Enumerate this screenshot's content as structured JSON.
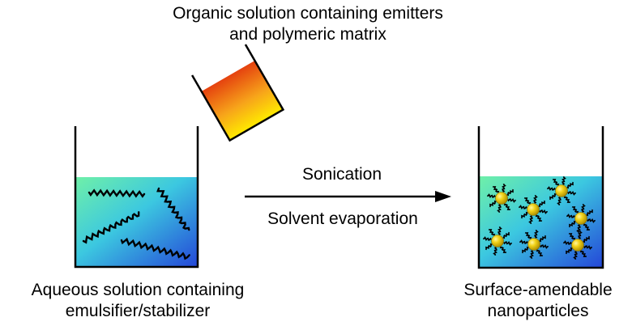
{
  "organic": {
    "line1": "Organic solution containing emitters",
    "line2": "and polymeric matrix"
  },
  "process": {
    "step1": "Sonication",
    "step2": "Solvent evaporation"
  },
  "aqueous": {
    "line1": "Aqueous solution containing",
    "line2": "emulsifier/stabilizer"
  },
  "product": {
    "line1": "Surface-amendable",
    "line2": "nanoparticles"
  },
  "colors": {
    "water_top": "#5fe3a6",
    "water_bottom": "#2a55e0",
    "organic_top": "#e84a10",
    "organic_bottom": "#ffe000",
    "particle": "#e9c800",
    "ink": "#000000"
  }
}
